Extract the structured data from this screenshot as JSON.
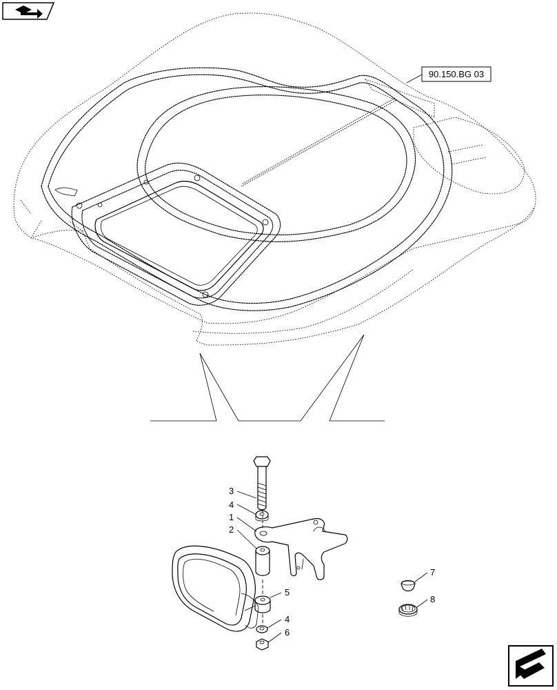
{
  "reference_label": "90.150.BG 03",
  "callouts": [
    {
      "id": "3",
      "text": "3"
    },
    {
      "id": "4a",
      "text": "4"
    },
    {
      "id": "1",
      "text": "1"
    },
    {
      "id": "2",
      "text": "2"
    },
    {
      "id": "5",
      "text": "5"
    },
    {
      "id": "4b",
      "text": "4"
    },
    {
      "id": "6",
      "text": "6"
    },
    {
      "id": "7",
      "text": "7"
    },
    {
      "id": "8",
      "text": "8"
    }
  ],
  "icons": {
    "top_left": "book-arrow-icon",
    "bottom_right": "next-page-arrow-icon"
  }
}
